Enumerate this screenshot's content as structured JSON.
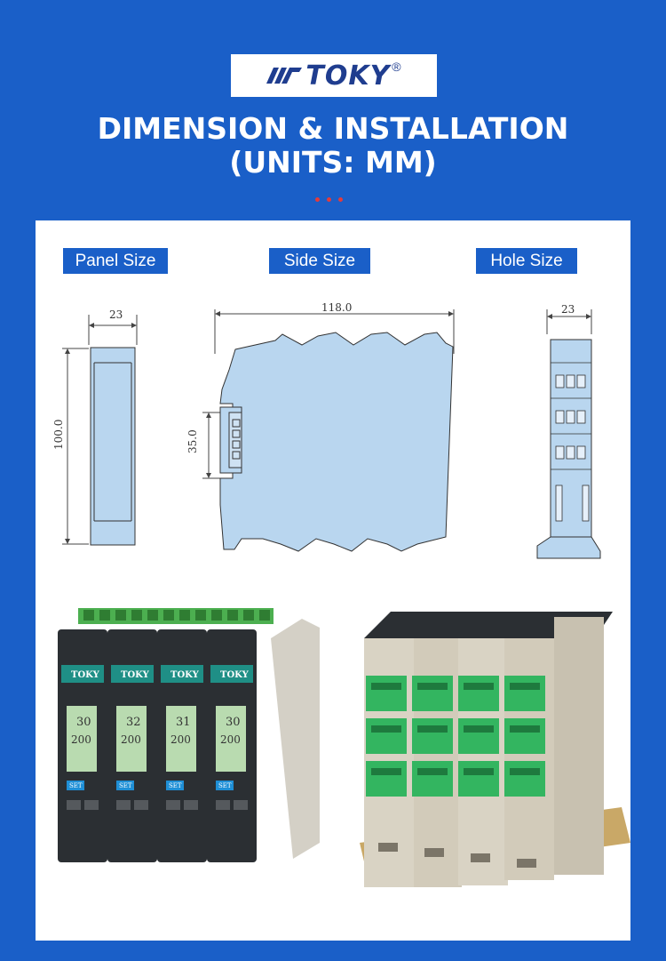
{
  "brand": {
    "name": "TOKY",
    "registered": "®"
  },
  "heading": {
    "line1": "DIMENSION & INSTALLATION",
    "line2": "(UNITS: MM)"
  },
  "labels": {
    "panel": "Panel Size",
    "side": "Side Size",
    "hole": "Hole Size"
  },
  "dimensions": {
    "panel_width": "23",
    "panel_height": "100.0",
    "side_length": "118.0",
    "side_rail": "35.0",
    "hole_width": "23"
  },
  "devices": {
    "front_brand": "TOKY",
    "display_top": [
      "30",
      "32",
      "31",
      "30"
    ],
    "display_bottom": [
      "200",
      "200",
      "200",
      "200"
    ],
    "button_label": "SET"
  },
  "colors": {
    "background": "#1a5fc8",
    "drawing_fill": "#b9d6ef",
    "accent_dots": "#e43b3b"
  }
}
